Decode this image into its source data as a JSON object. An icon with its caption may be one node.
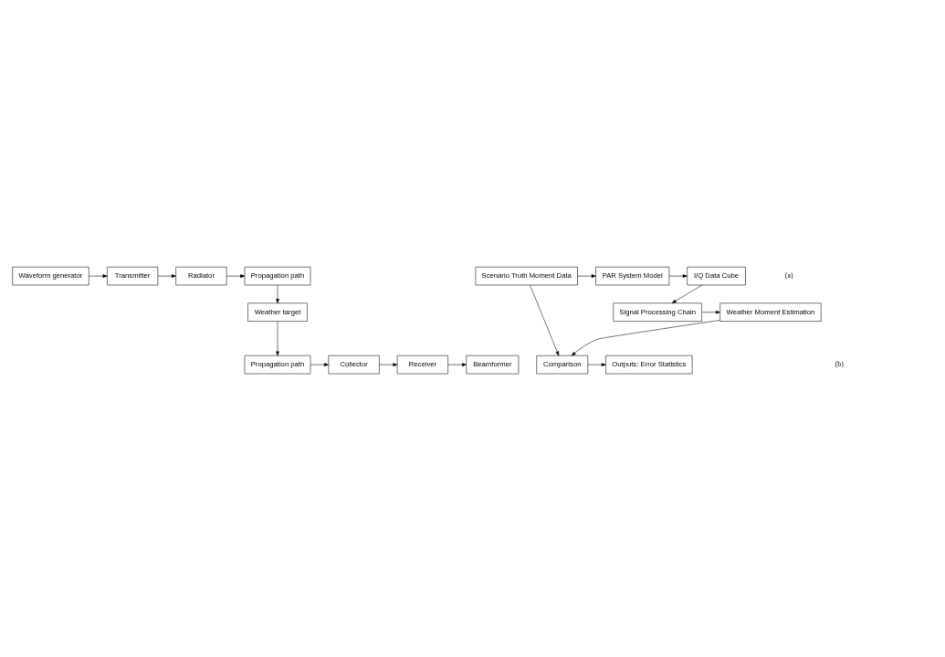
{
  "diagram": {
    "nodes": [
      {
        "text": [
          "Waveform generator"
        ]
      },
      {
        "text": [
          "Transmitter"
        ]
      },
      {
        "text": [
          "Radiator"
        ]
      },
      {
        "text": [
          "Propagation path"
        ]
      },
      {
        "text": [
          "Weather target"
        ]
      },
      {
        "text": [
          "Propagation path"
        ]
      },
      {
        "text": [
          "Collector"
        ]
      },
      {
        "text": [
          "Receiver"
        ]
      },
      {
        "text": [
          "Beamformer"
        ]
      },
      {
        "text": [
          "Scenario Truth Moment Data"
        ]
      },
      {
        "text": [
          "PAR System Model"
        ]
      },
      {
        "text": [
          "I/Q Data Cube"
        ]
      },
      {
        "text": [
          "Comparison"
        ]
      },
      {
        "text": [
          "Outputs: Error Statistics"
        ]
      },
      {
        "text": [
          "Weather Moment Estimation"
        ]
      },
      {
        "text": [
          "Signal Processing Chain"
        ]
      }
    ],
    "edges": [
      {
        "from": 0,
        "to": 1,
        "arrow": "to"
      },
      {
        "from": 1,
        "to": 2,
        "arrow": "to"
      },
      {
        "from": 2,
        "to": 3,
        "arrow": "to"
      },
      {
        "from": 3,
        "to": 4,
        "arrow": "to"
      },
      {
        "from": 4,
        "to": 5,
        "arrow": "to"
      },
      {
        "from": 5,
        "to": 6,
        "arrow": "to"
      },
      {
        "from": 6,
        "to": 7,
        "arrow": "to"
      },
      {
        "from": 7,
        "to": 8,
        "arrow": "to"
      },
      {
        "from": 9,
        "to": 10,
        "arrow": "to"
      },
      {
        "from": 10,
        "to": 11,
        "arrow": "to"
      },
      {
        "from": 11,
        "to": 15,
        "arrow": "to"
      },
      {
        "from": 15,
        "to": 14,
        "arrow": "to"
      },
      {
        "from": 14,
        "to": 12,
        "arrow": "to"
      },
      {
        "from": 9,
        "to": 12,
        "arrow": "to"
      },
      {
        "from": 12,
        "to": 13,
        "arrow": "to"
      }
    ],
    "labels": [
      "(a)",
      "(b)"
    ]
  }
}
